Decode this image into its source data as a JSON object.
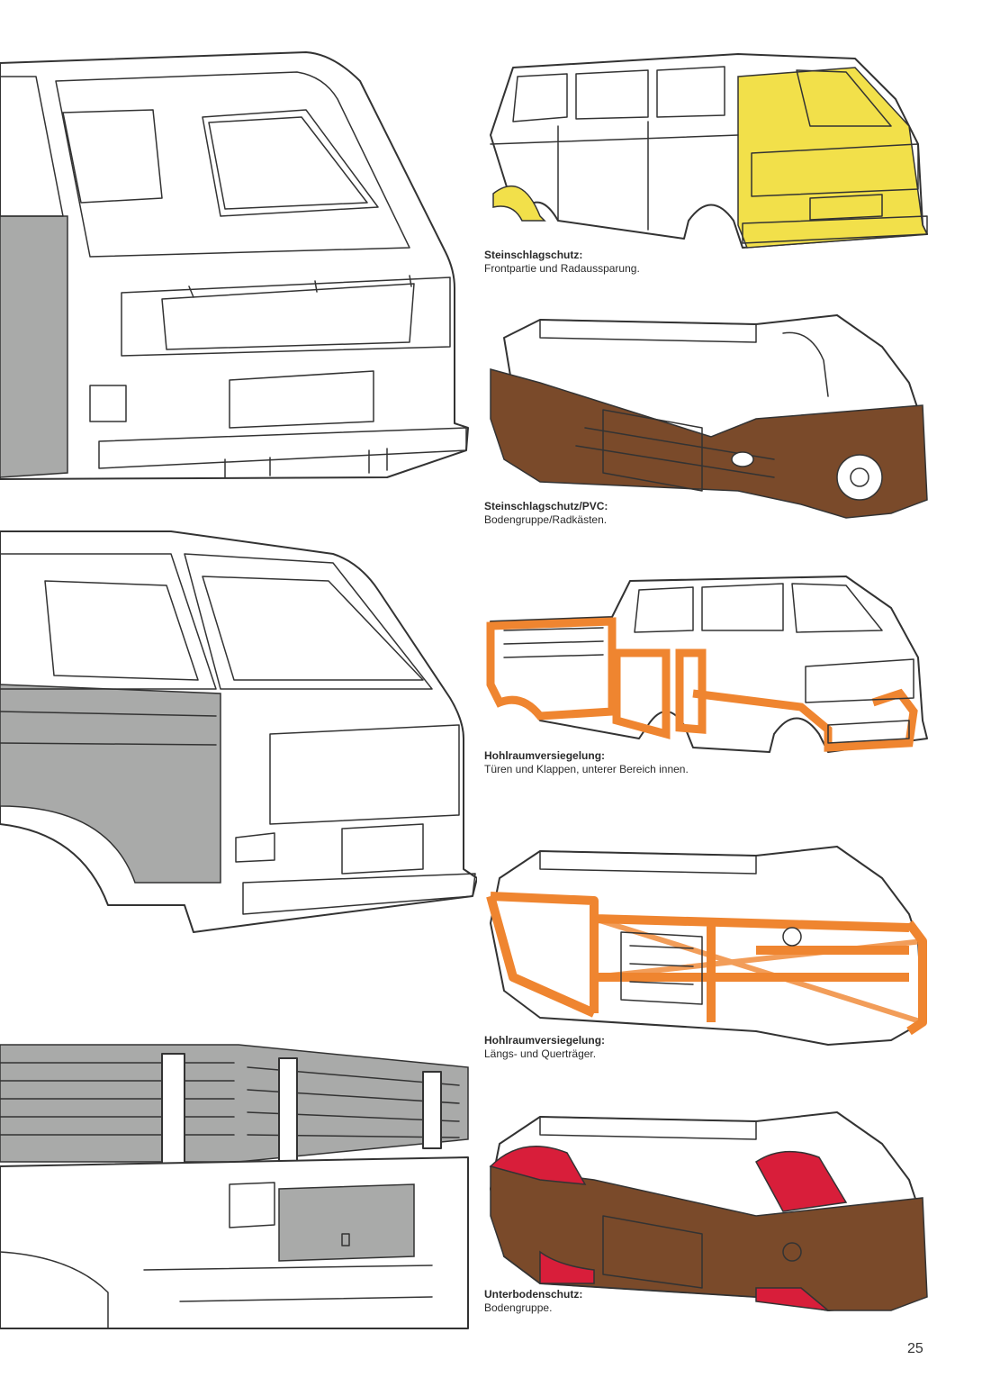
{
  "captions": [
    {
      "heading": "Steinschlagschutz:",
      "text": "Frontpartie und Radaussparung."
    },
    {
      "heading": "Steinschlagschutz/PVC:",
      "text": "Bodengruppe/Radkästen."
    },
    {
      "heading": "Hohlraumversiegelung:",
      "text": "Türen und Klappen, unterer Bereich innen."
    },
    {
      "heading": "Hohlraumversiegelung:",
      "text": "Längs- und Querträger."
    },
    {
      "heading": "Unterbodenschutz:",
      "text": "Bodengruppe."
    }
  ],
  "page_number": "25",
  "colors": {
    "yellow": "#f2e04a",
    "brown": "#7a4a2a",
    "orange": "#ef8530",
    "red": "#d81e3a",
    "gray": "#a9aaa9"
  }
}
